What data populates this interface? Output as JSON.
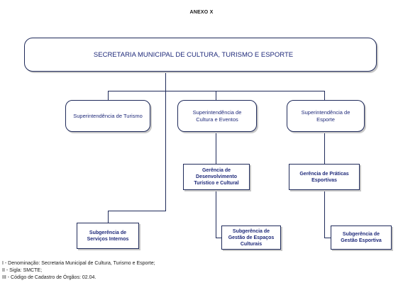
{
  "title": "ANEXO X",
  "org": {
    "root": "SECRETARIA MUNICIPAL DE CULTURA, TURISMO E ESPORTE",
    "level1": [
      "Superintendência de Turismo",
      "Superintendência de Cultura e Eventos",
      "Superintendência  de Esporte"
    ],
    "gerencias": [
      "Gerência de Desenvolvimento Turístico e Cultural",
      "Gerência de Práticas Esportivas"
    ],
    "subgerencias": [
      "Subgerência de Serviços Internos",
      "Subgerência de Gestão de Espaços Culturais",
      "Subgerência de Gestão Esportiva"
    ]
  },
  "notes": [
    "I - Denominação: Secretaria Municipal de Cultura, Turismo e Esporte;",
    "II - Sigla: SMCTE;",
    "III - Código de Cadastro de Órgãos: 02.04."
  ]
}
